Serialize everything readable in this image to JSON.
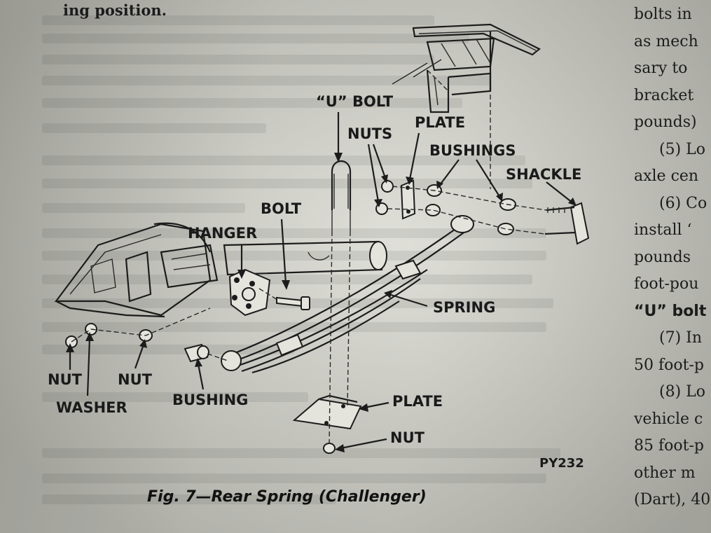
{
  "page": {
    "top_text": "ing position.",
    "right_column": [
      {
        "text": "bolts in",
        "style": "normal"
      },
      {
        "text": "as mech",
        "style": "normal"
      },
      {
        "text": "sary to",
        "style": "normal"
      },
      {
        "text": "bracket",
        "style": "normal"
      },
      {
        "text": "pounds)",
        "style": "normal"
      },
      {
        "text": "(5) Lo",
        "style": "indent"
      },
      {
        "text": "axle cen",
        "style": "normal"
      },
      {
        "text": "(6) Co",
        "style": "indent"
      },
      {
        "text": "install ‘",
        "style": "normal"
      },
      {
        "text": "pounds",
        "style": "normal"
      },
      {
        "text": "foot-pou",
        "style": "normal"
      },
      {
        "text": "“U” bolt",
        "style": "bold"
      },
      {
        "text": "(7) In",
        "style": "indent"
      },
      {
        "text": "50 foot-p",
        "style": "normal"
      },
      {
        "text": "(8) Lo",
        "style": "indent"
      },
      {
        "text": "vehicle c",
        "style": "normal"
      },
      {
        "text": "85 foot-p",
        "style": "normal"
      },
      {
        "text": "other m",
        "style": "normal"
      },
      {
        "text": "(Dart), 40",
        "style": "normal"
      }
    ]
  },
  "figure": {
    "labels": {
      "u_bolt": "“U” BOLT",
      "nuts": "NUTS",
      "plate_top": "PLATE",
      "bushings": "BUSHINGS",
      "shackle": "SHACKLE",
      "bolt": "BOLT",
      "hanger": "HANGER",
      "spring": "SPRING",
      "nut_left": "NUT",
      "washer": "WASHER",
      "nut_mid": "NUT",
      "bushing": "BUSHING",
      "plate_bottom": "PLATE",
      "nut_bottom": "NUT"
    },
    "code": "PY232",
    "caption": "Fig. 7—Rear Spring (Challenger)"
  }
}
